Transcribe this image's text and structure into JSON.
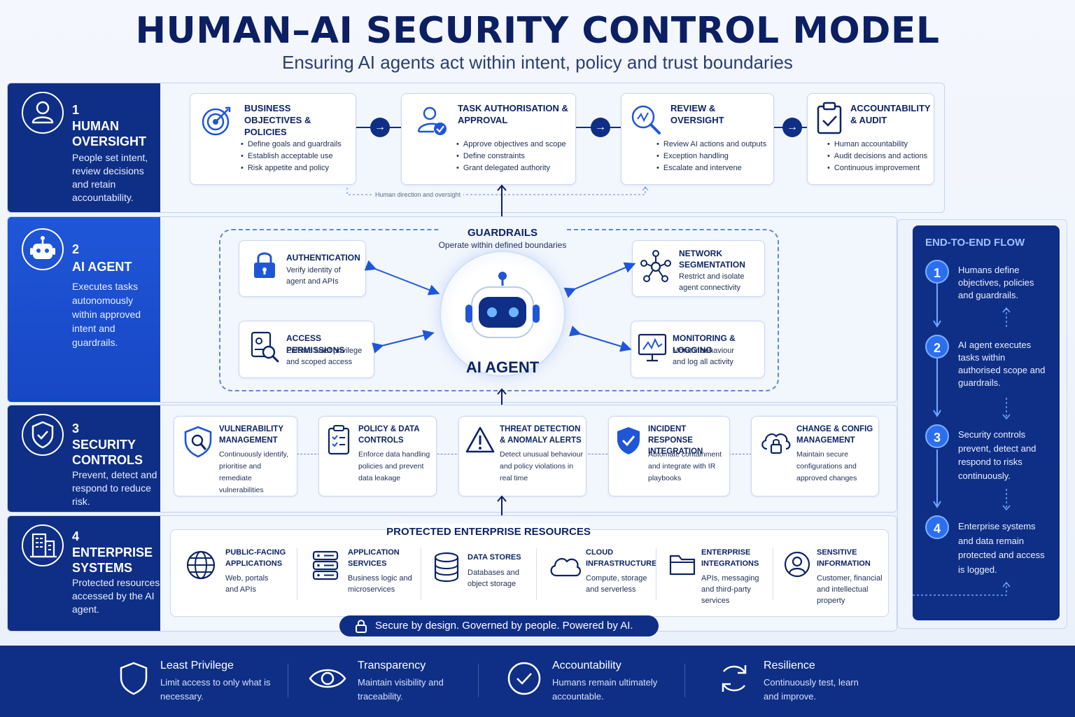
{
  "header": {
    "title": "HUMAN–AI SECURITY CONTROL MODEL",
    "subtitle": "Ensuring AI agents act within intent, policy and trust boundaries"
  },
  "layers": [
    {
      "number": "1",
      "name": "HUMAN OVERSIGHT",
      "desc": "People set intent, review decisions and retain accountability.",
      "icon": "person-icon"
    },
    {
      "number": "2",
      "name": "AI AGENT",
      "desc": "Executes tasks autonomously within approved intent and guardrails.",
      "icon": "robot-icon"
    },
    {
      "number": "3",
      "name": "SECURITY CONTROLS",
      "desc": "Prevent, detect and respond to reduce risk.",
      "icon": "shield-check-icon"
    },
    {
      "number": "4",
      "name": "ENTERPRISE SYSTEMS",
      "desc": "Protected resources accessed by the AI agent.",
      "icon": "building-icon"
    }
  ],
  "oversight_cards": [
    {
      "title": "BUSINESS OBJECTIVES & POLICIES",
      "items": [
        "Define goals and guardrails",
        "Establish acceptable use",
        "Risk appetite and policy"
      ],
      "icon": "target-icon"
    },
    {
      "title": "TASK AUTHORISATION & APPROVAL",
      "items": [
        "Approve objectives and scope",
        "Define constraints",
        "Grant delegated authority"
      ],
      "icon": "user-check-icon"
    },
    {
      "title": "REVIEW & OVERSIGHT",
      "items": [
        "Review AI actions and outputs",
        "Exception handling",
        "Escalate and intervene"
      ],
      "icon": "magnifier-chart-icon"
    },
    {
      "title": "ACCOUNTABILITY & AUDIT",
      "items": [
        "Human accountability",
        "Audit decisions and actions",
        "Continuous improvement"
      ],
      "icon": "clipboard-check-icon"
    }
  ],
  "oversight_note": "Human direction and oversight",
  "guardrails": {
    "title": "GUARDRAILS",
    "subtitle": "Operate within defined boundaries",
    "agent_label": "AI AGENT",
    "cards": [
      {
        "title": "AUTHENTICATION",
        "desc": "Verify identity of agent and APIs",
        "icon": "lock-icon"
      },
      {
        "title": "ACCESS PERMISSIONS",
        "desc": "Enforce least privilege and scoped access",
        "icon": "permission-search-icon"
      },
      {
        "title": "NETWORK SEGMENTATION",
        "desc": "Restrict and isolate agent connectivity",
        "icon": "network-icon"
      },
      {
        "title": "MONITORING & LOGGING",
        "desc": "Monitor behaviour and log all activity",
        "icon": "monitor-chart-icon"
      }
    ]
  },
  "controls": [
    {
      "title": "VULNERABILITY MANAGEMENT",
      "desc": "Continuously identify, prioritise and remediate vulnerabilities",
      "icon": "shield-search-icon"
    },
    {
      "title": "POLICY & DATA CONTROLS",
      "desc": "Enforce data handling policies and prevent data leakage",
      "icon": "checklist-icon"
    },
    {
      "title": "THREAT DETECTION & ANOMALY ALERTS",
      "desc": "Detect unusual behaviour and policy violations in real time",
      "icon": "warning-icon"
    },
    {
      "title": "INCIDENT RESPONSE INTEGRATION",
      "desc": "Automate containment and integrate with IR playbooks",
      "icon": "shield-check-icon"
    },
    {
      "title": "CHANGE & CONFIG MANAGEMENT",
      "desc": "Maintain secure configurations and approved changes",
      "icon": "cloud-lock-icon"
    }
  ],
  "protected": {
    "title": "PROTECTED ENTERPRISE RESOURCES",
    "items": [
      {
        "title": "PUBLIC-FACING APPLICATIONS",
        "desc": "Web, portals and APIs",
        "icon": "globe-icon"
      },
      {
        "title": "APPLICATION SERVICES",
        "desc": "Business logic and microservices",
        "icon": "server-icon"
      },
      {
        "title": "DATA STORES",
        "desc": "Databases and object storage",
        "icon": "database-icon"
      },
      {
        "title": "CLOUD INFRASTRUCTURE",
        "desc": "Compute, storage and serverless",
        "icon": "cloud-icon"
      },
      {
        "title": "ENTERPRISE INTEGRATIONS",
        "desc": "APIs, messaging and third-party services",
        "icon": "folder-icon"
      },
      {
        "title": "SENSITIVE INFORMATION",
        "desc": "Customer, financial and intellectual property",
        "icon": "user-circle-icon"
      }
    ]
  },
  "tagline": "Secure by design. Governed by people. Powered by AI.",
  "flow": {
    "title": "END-TO-END FLOW",
    "steps": [
      {
        "n": "1",
        "text": "Humans define objectives, policies and guardrails."
      },
      {
        "n": "2",
        "text": "AI agent executes tasks within authorised scope and guardrails."
      },
      {
        "n": "3",
        "text": "Security controls prevent, detect and respond to risks continuously."
      },
      {
        "n": "4",
        "text": "Enterprise systems and data remain protected and access is logged."
      }
    ]
  },
  "principles": [
    {
      "title": "Least Privilege",
      "desc": "Limit access to only what is necessary.",
      "icon": "shield-icon"
    },
    {
      "title": "Transparency",
      "desc": "Maintain visibility and traceability.",
      "icon": "eye-icon"
    },
    {
      "title": "Accountability",
      "desc": "Humans remain ultimately accountable.",
      "icon": "check-circle-icon"
    },
    {
      "title": "Resilience",
      "desc": "Continuously test, learn and improve.",
      "icon": "refresh-icon"
    }
  ],
  "colors": {
    "navy": "#0f2f86",
    "blue": "#1f56d8",
    "accent": "#2b6ff0"
  }
}
